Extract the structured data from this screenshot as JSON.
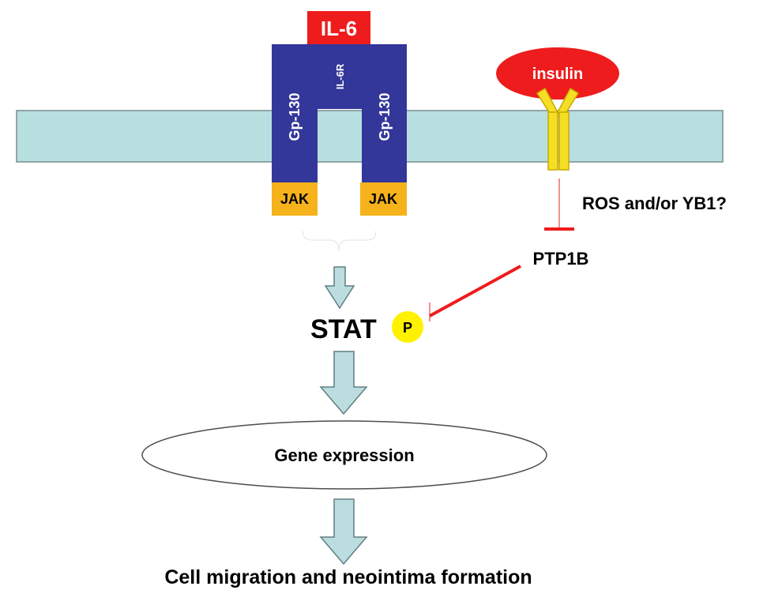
{
  "ligands": {
    "il6": "IL-6",
    "insulin": "insulin"
  },
  "receptors": {
    "gp130_left": "Gp-130",
    "il6r": "IL-6R",
    "gp130_right": "Gp-130"
  },
  "kinases": {
    "jak_left": "JAK",
    "jak_right": "JAK"
  },
  "signaling": {
    "ros_yb1": "ROS and/or YB1?",
    "ptp1b": "PTP1B",
    "stat": "STAT",
    "phospho": "P"
  },
  "outcomes": {
    "gene_expression": "Gene expression",
    "cell_migration": "Cell migration and neointima formation"
  },
  "colors": {
    "membrane": "#b8dfe0",
    "receptor": "#33379a",
    "ligand_red": "#ee1c1c",
    "jak": "#f5b21a",
    "insulin_receptor": "#f5df24",
    "phospho": "#fff200",
    "arrow_fill": "#bcdde0",
    "inhibition": "#ee1c1c"
  }
}
